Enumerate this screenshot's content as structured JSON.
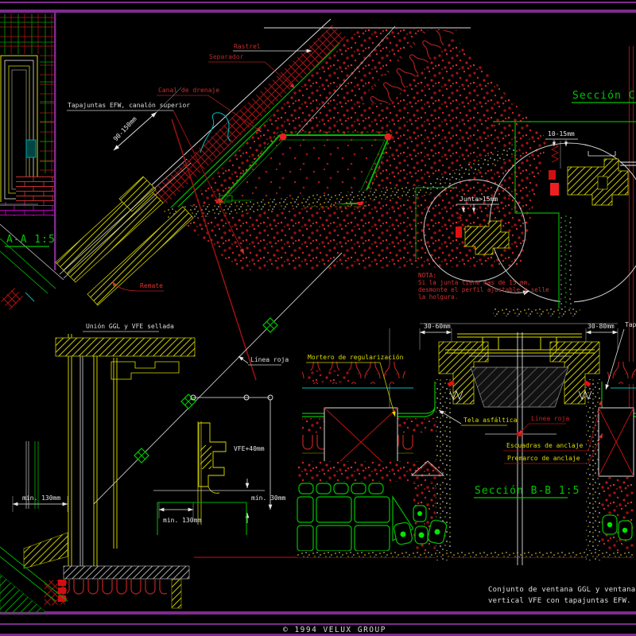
{
  "page": {
    "type": "cad-drawing",
    "description_visible": false
  },
  "colors": {
    "background": "#000000",
    "border_purple": "#7E2B8E",
    "cad_red": "#C22222",
    "cad_bright_red": "#FF2020",
    "cad_green": "#00BB00",
    "cad_bright_green": "#00EE00",
    "cad_yellow": "#DDDD00",
    "cad_cyan": "#00BBBB",
    "cad_magenta": "#CC00CC",
    "cad_white": "#E8E8E8",
    "title_green": "#00C400",
    "nota_red": "#D23030"
  },
  "titles": {
    "aa": "A-A 1:5",
    "bb": "Sección B-B 1:5",
    "cc": "Sección C-C"
  },
  "labels": {
    "rastrel": "Rastrel",
    "separador": "Separador",
    "canal": "Canal de drenaje",
    "tapajuntas_superior": "Tapajuntas EFW, canalón superior",
    "remate": "Remate",
    "union_sellada": "Unión GGL y VFE sellada",
    "linea_roja_a": "Línea roja",
    "mortero": "Mortero de regularización",
    "tela_asfaltica": "Tela asfáltica",
    "linea_roja_b": "Línea roja",
    "escuadras": "Escuadras de anclaje",
    "premarco": "Premarco de anclaje",
    "tapajuntas_cut": "Tap"
  },
  "dimensions": {
    "d90_150": "90-150mm",
    "d10_15": "10-15mm",
    "junta": "Junta>15mm",
    "d30_60": "30-60mm",
    "d30_80": "30-80mm",
    "vfe_40": "VFE+40mm",
    "min130_left": "min. 130mm",
    "min130_mid": "min. 130mm",
    "min30": "min. 30mm"
  },
  "nota": {
    "title": "NOTA:",
    "line1": "Si la junta tiene mas de 15 mm,",
    "line2": "desmonte el perfil ajustable y selle",
    "line3": "la holgura."
  },
  "caption": {
    "line1": "Conjunto de ventana GGL y ventana",
    "line2": "vertical VFE con tapajuntas EFW."
  },
  "footer": {
    "copyright": "©  1994  VELUX  GROUP"
  }
}
